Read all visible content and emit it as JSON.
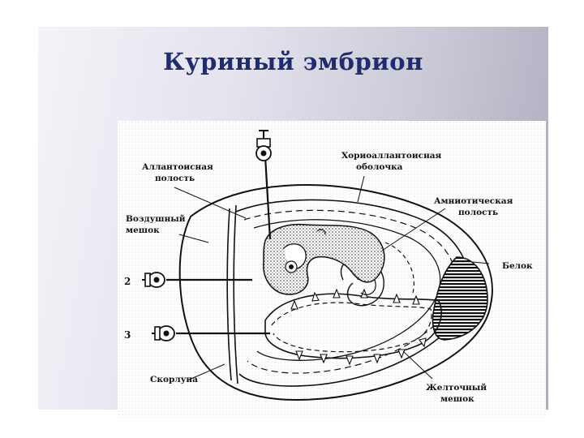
{
  "slide": {
    "title": "Куриный эмбрион"
  },
  "diagram": {
    "labels": {
      "allantois_line1": "Аллантоисная",
      "allantois_line2": "полость",
      "air_line1": "Воздушный",
      "air_line2": "мешок",
      "chorio_line1": "Хориоаллантоисная",
      "chorio_line2": "оболочка",
      "amnion_line1": "Амниотическая",
      "amnion_line2": "полость",
      "albumen": "Белок",
      "shell": "Скорлупа",
      "yolk_line1": "Желточный",
      "yolk_line2": "мешок",
      "route_2": "2",
      "route_3": "3"
    }
  }
}
